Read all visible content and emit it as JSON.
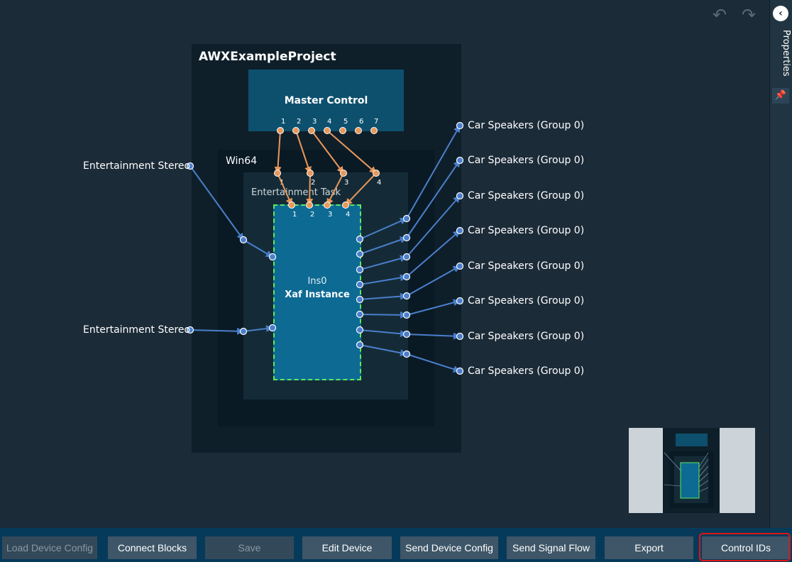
{
  "project": {
    "title": "AWXExampleProject"
  },
  "master": {
    "title": "Master Control",
    "pins": [
      "1",
      "2",
      "3",
      "4",
      "5",
      "6",
      "7"
    ]
  },
  "win64": {
    "title": "Win64",
    "pins": [
      "1",
      "2",
      "3",
      "4"
    ]
  },
  "task": {
    "title": "Entertainment Task"
  },
  "xaf": {
    "instance": "Ins0",
    "title": "Xaf Instance",
    "pins": [
      "1",
      "2",
      "3",
      "4"
    ]
  },
  "inputs": [
    "Entertainment Stereo",
    "Entertainment Stereo"
  ],
  "outputs": [
    "Car Speakers (Group 0)",
    "Car Speakers (Group 0)",
    "Car Speakers (Group 0)",
    "Car Speakers (Group 0)",
    "Car Speakers (Group 0)",
    "Car Speakers (Group 0)",
    "Car Speakers (Group 0)",
    "Car Speakers (Group 0)"
  ],
  "history": {
    "undo_icon": "undo-icon",
    "redo_icon": "redo-icon"
  },
  "side_panel": {
    "label": "Properties",
    "collapse_icon": "chevron-left-icon",
    "pin_icon": "pin-icon"
  },
  "toolbar": {
    "buttons": [
      {
        "label": "Load Device Config",
        "enabled": false
      },
      {
        "label": "Connect Blocks",
        "enabled": true
      },
      {
        "label": "Save",
        "enabled": false
      },
      {
        "label": "Edit Device",
        "enabled": true
      },
      {
        "label": "Send Device Config",
        "enabled": true
      },
      {
        "label": "Send Signal Flow",
        "enabled": true
      },
      {
        "label": "Export",
        "enabled": true
      },
      {
        "label": "Control IDs",
        "enabled": true
      }
    ]
  },
  "colors": {
    "canvas": "#1c2b38",
    "wire": "#4a7fcc",
    "control_wire": "#e8985a",
    "highlight": "#e01515",
    "xaf_border": "#5fe85f"
  }
}
